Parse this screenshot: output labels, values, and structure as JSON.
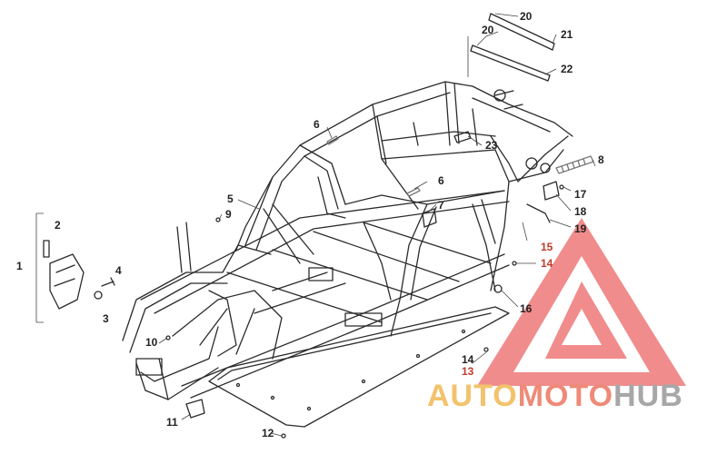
{
  "callouts": {
    "c1": "1",
    "c2": "2",
    "c3": "3",
    "c4": "4",
    "c5": "5",
    "c6a": "6",
    "c6b": "6",
    "c7": "7",
    "c8": "8",
    "c9": "9",
    "c10": "10",
    "c11": "11",
    "c12": "12",
    "c13": "13",
    "c14a": "14",
    "c14b": "14",
    "c15": "15",
    "c16": "16",
    "c17": "17",
    "c18": "18",
    "c19": "19",
    "c20a": "20",
    "c20b": "20",
    "c21": "21",
    "c22": "22",
    "c23": "23"
  },
  "watermark": {
    "part1": "AUTO",
    "part2": "MOTO",
    "part3": "HUB",
    "colors": {
      "part1": "#f3c26b",
      "part2": "#ee8a78",
      "part3": "#a7a7a7",
      "logo": "#f08080"
    }
  },
  "colors": {
    "line": "#2b2b2b",
    "highlight_label": "#c0392b"
  }
}
